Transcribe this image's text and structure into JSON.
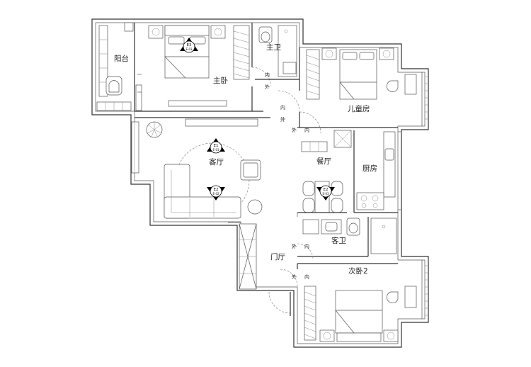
{
  "rooms": {
    "balcony": "阳台",
    "master_bedroom": "主卧",
    "master_bath": "主卫",
    "kids_room": "儿童房",
    "living_room": "客厅",
    "dining_room": "餐厅",
    "kitchen": "厨房",
    "guest_bath": "客卫",
    "entrance_hall": "门厅",
    "second_bedroom": "次卧2"
  },
  "door_labels": {
    "inside": "内",
    "outside": "外"
  },
  "elevation_markers": [
    {
      "id": "E3",
      "ref": "E-03"
    },
    {
      "id": "E1",
      "ref": "E-01"
    },
    {
      "id": "E2",
      "ref": "E-02"
    },
    {
      "id": "E2",
      "ref": "E-03"
    }
  ],
  "colors": {
    "wall": "#333333",
    "line": "#555555",
    "marker": "#000000",
    "background": "#ffffff"
  }
}
